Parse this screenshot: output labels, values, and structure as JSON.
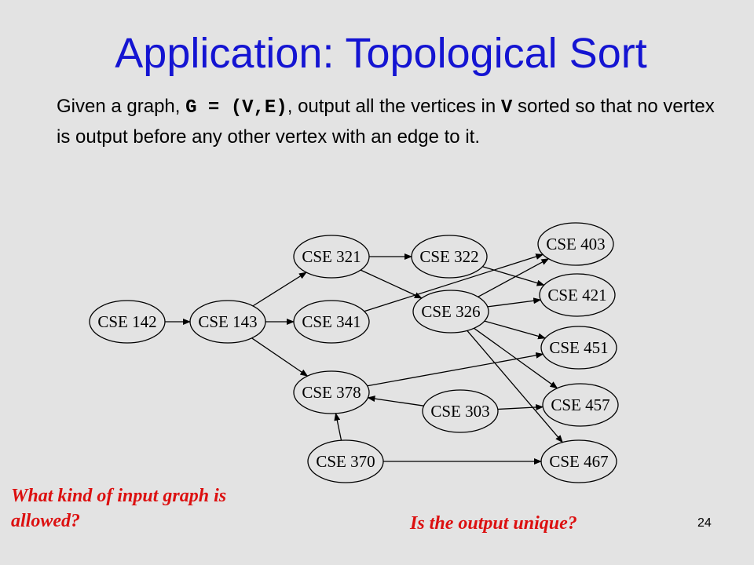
{
  "slide": {
    "title": "Application: Topological Sort",
    "intro_1": "Given a graph, ",
    "graph_code": "G = (V,E)",
    "intro_2": ", output all the vertices in ",
    "vertex_code": "V",
    "intro_3": " sorted so that no vertex is output before any other vertex with an edge to it.",
    "question_left": "What kind of input graph is allowed?",
    "question_right": "Is the output unique?",
    "page_number": "24"
  },
  "colors": {
    "title": "#1414d2",
    "question": "#dc1010",
    "background": "#e3e3e3"
  },
  "graph": {
    "nodes": [
      {
        "id": "cse142",
        "label": "CSE 142"
      },
      {
        "id": "cse143",
        "label": "CSE 143"
      },
      {
        "id": "cse321",
        "label": "CSE 321"
      },
      {
        "id": "cse322",
        "label": "CSE 322"
      },
      {
        "id": "cse341",
        "label": "CSE 341"
      },
      {
        "id": "cse326",
        "label": "CSE 326"
      },
      {
        "id": "cse378",
        "label": "CSE 378"
      },
      {
        "id": "cse303",
        "label": "CSE 303"
      },
      {
        "id": "cse370",
        "label": "CSE 370"
      },
      {
        "id": "cse403",
        "label": "CSE 403"
      },
      {
        "id": "cse421",
        "label": "CSE 421"
      },
      {
        "id": "cse451",
        "label": "CSE 451"
      },
      {
        "id": "cse457",
        "label": "CSE 457"
      },
      {
        "id": "cse467",
        "label": "CSE 467"
      }
    ],
    "edges": [
      {
        "from": "cse142",
        "to": "cse143"
      },
      {
        "from": "cse143",
        "to": "cse321"
      },
      {
        "from": "cse143",
        "to": "cse341"
      },
      {
        "from": "cse143",
        "to": "cse378"
      },
      {
        "from": "cse321",
        "to": "cse322"
      },
      {
        "from": "cse321",
        "to": "cse326"
      },
      {
        "from": "cse341",
        "to": "cse403"
      },
      {
        "from": "cse322",
        "to": "cse421"
      },
      {
        "from": "cse326",
        "to": "cse403"
      },
      {
        "from": "cse326",
        "to": "cse421"
      },
      {
        "from": "cse326",
        "to": "cse451"
      },
      {
        "from": "cse326",
        "to": "cse457"
      },
      {
        "from": "cse326",
        "to": "cse467"
      },
      {
        "from": "cse378",
        "to": "cse451"
      },
      {
        "from": "cse303",
        "to": "cse378"
      },
      {
        "from": "cse303",
        "to": "cse457"
      },
      {
        "from": "cse370",
        "to": "cse378"
      },
      {
        "from": "cse370",
        "to": "cse467"
      }
    ]
  }
}
